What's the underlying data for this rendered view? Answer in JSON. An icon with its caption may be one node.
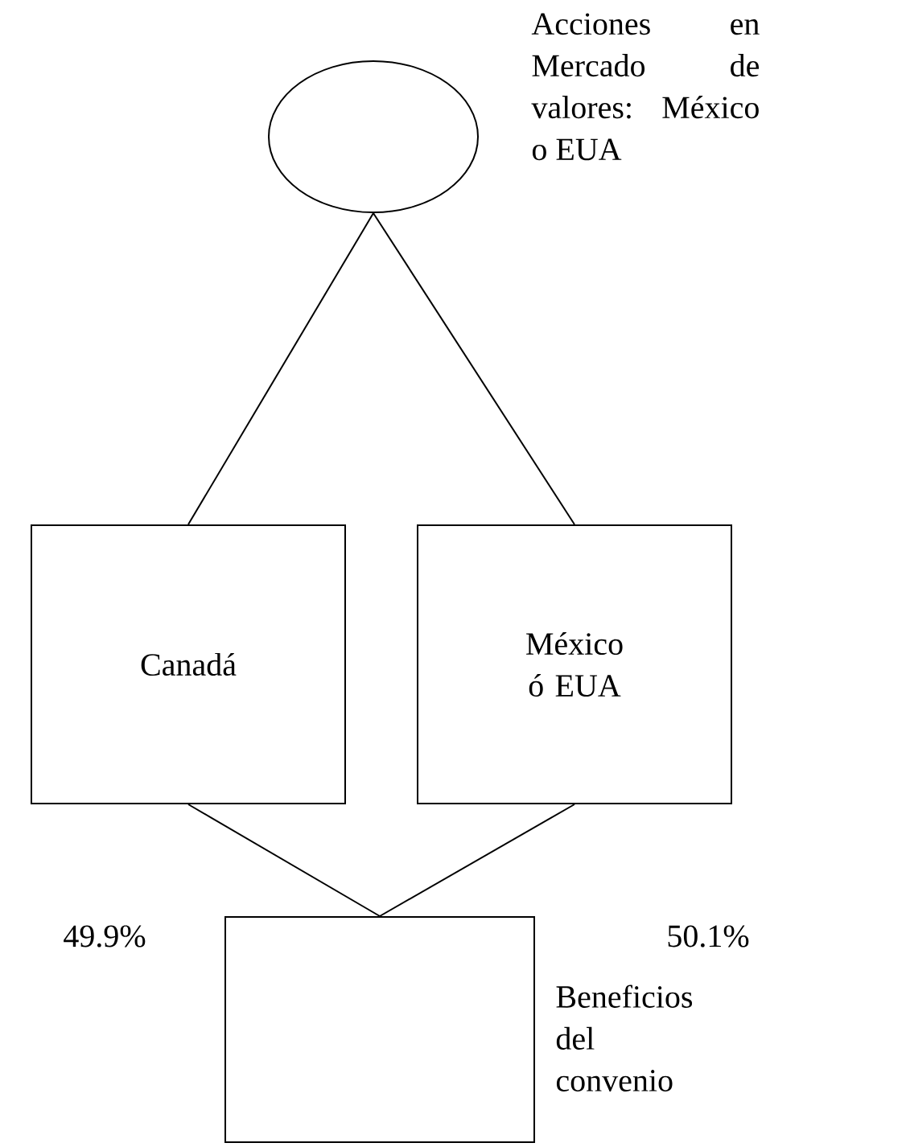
{
  "diagram": {
    "nodes": [
      {
        "text": [],
        "shape": "ellipse",
        "beside": [
          "Acciones en Mercado de valores: México o EUA"
        ]
      },
      {
        "text": [
          "Canadá"
        ]
      },
      {
        "text": [
          "México ó EUA"
        ]
      },
      {
        "text": [],
        "shape": "box",
        "beside": [
          "Beneficios del convenio"
        ]
      }
    ],
    "edges": [
      {
        "from": 0,
        "to": 1,
        "arrow": "none"
      },
      {
        "from": 0,
        "to": 2,
        "arrow": "none"
      },
      {
        "from": 1,
        "to": 3,
        "arrow": "none",
        "label": "49.9%"
      },
      {
        "from": 2,
        "to": 3,
        "arrow": "none",
        "label": "50.1%"
      }
    ]
  }
}
